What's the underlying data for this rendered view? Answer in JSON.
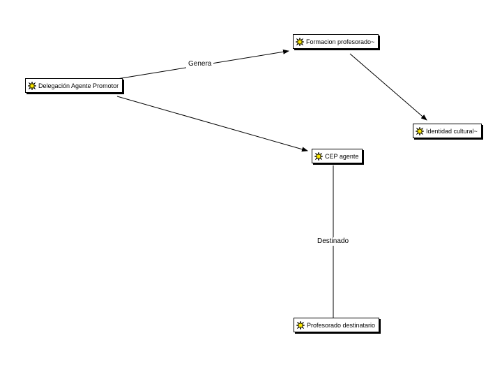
{
  "diagram": {
    "background_color": "#ffffff",
    "node_fill_color": "#ffffff",
    "node_border_color": "#000000",
    "node_shadow_color": "#000000",
    "node_icon": "star-icon",
    "node_icon_color": "#ffeb00",
    "line_color": "#000000",
    "nodes": [
      {
        "id": "formacion-profesorado",
        "label": "Formacion profesorado~"
      },
      {
        "id": "delegacion-agente-promotor",
        "label": "Delegación Agente Promotor"
      },
      {
        "id": "identidad-cultural",
        "label": "Identidad cultural~"
      },
      {
        "id": "cep-agente",
        "label": "CEP agente"
      },
      {
        "id": "profesorado-destinatario",
        "label": "Profesorado destinatario"
      }
    ],
    "edges": [
      {
        "from": "delegacion-agente-promotor",
        "to": "formacion-profesorado",
        "label": "Genera",
        "arrowhead": true
      },
      {
        "from": "delegacion-agente-promotor",
        "to": "cep-agente",
        "label": "",
        "arrowhead": true
      },
      {
        "from": "formacion-profesorado",
        "to": "identidad-cultural",
        "label": "",
        "arrowhead": true
      },
      {
        "from": "cep-agente",
        "to": "profesorado-destinatario",
        "label": "Destinado",
        "arrowhead": false
      }
    ]
  }
}
